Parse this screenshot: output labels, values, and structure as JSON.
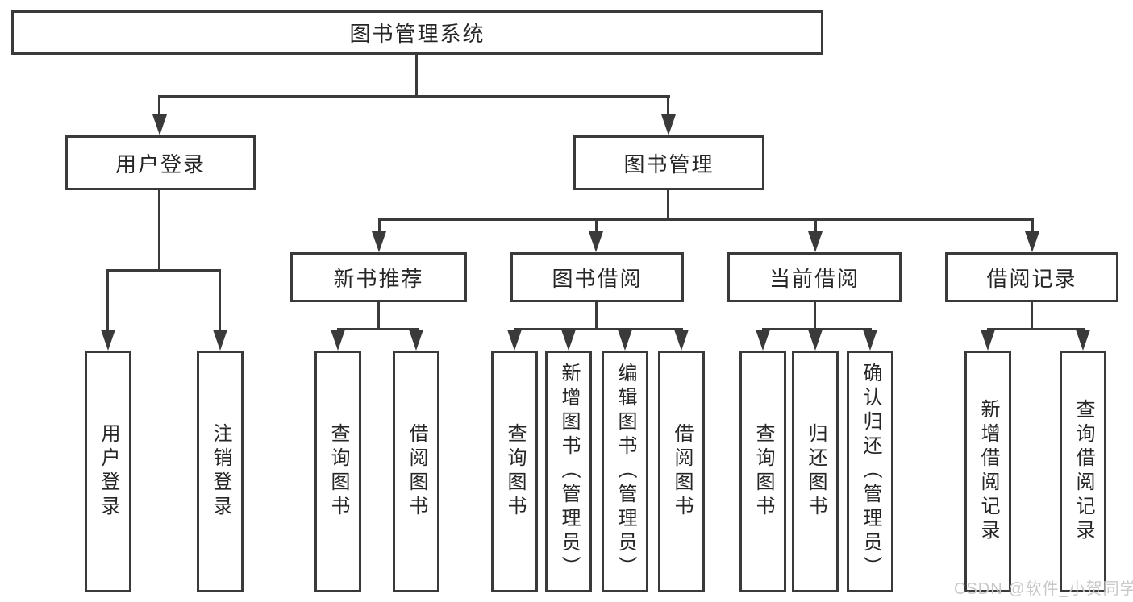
{
  "colors": {
    "line": "#3a3a3a",
    "box_border": "#3a3a3a",
    "text": "#262626",
    "background": "#ffffff",
    "watermark_text_color": "#c9c9c9"
  },
  "tree": {
    "root": {
      "label": "图书管理系统",
      "children": [
        {
          "label": "用户登录",
          "children": [
            {
              "label": "用户登录"
            },
            {
              "label": "注销登录"
            }
          ]
        },
        {
          "label": "图书管理",
          "children": [
            {
              "label": "新书推荐",
              "children": [
                {
                  "label": "查询图书"
                },
                {
                  "label": "借阅图书"
                }
              ]
            },
            {
              "label": "图书借阅",
              "children": [
                {
                  "label": "查询图书"
                },
                {
                  "label": "新增图书（管理员）"
                },
                {
                  "label": "编辑图书（管理员）"
                },
                {
                  "label": "借阅图书"
                }
              ]
            },
            {
              "label": "当前借阅",
              "children": [
                {
                  "label": "查询图书"
                },
                {
                  "label": "归还图书"
                },
                {
                  "label": "确认归还（管理员）"
                }
              ]
            },
            {
              "label": "借阅记录",
              "children": [
                {
                  "label": "新增借阅记录"
                },
                {
                  "label": "查询借阅记录"
                }
              ]
            }
          ]
        }
      ]
    }
  },
  "watermark": {
    "text": "CSDN @软件_小贺同学"
  }
}
